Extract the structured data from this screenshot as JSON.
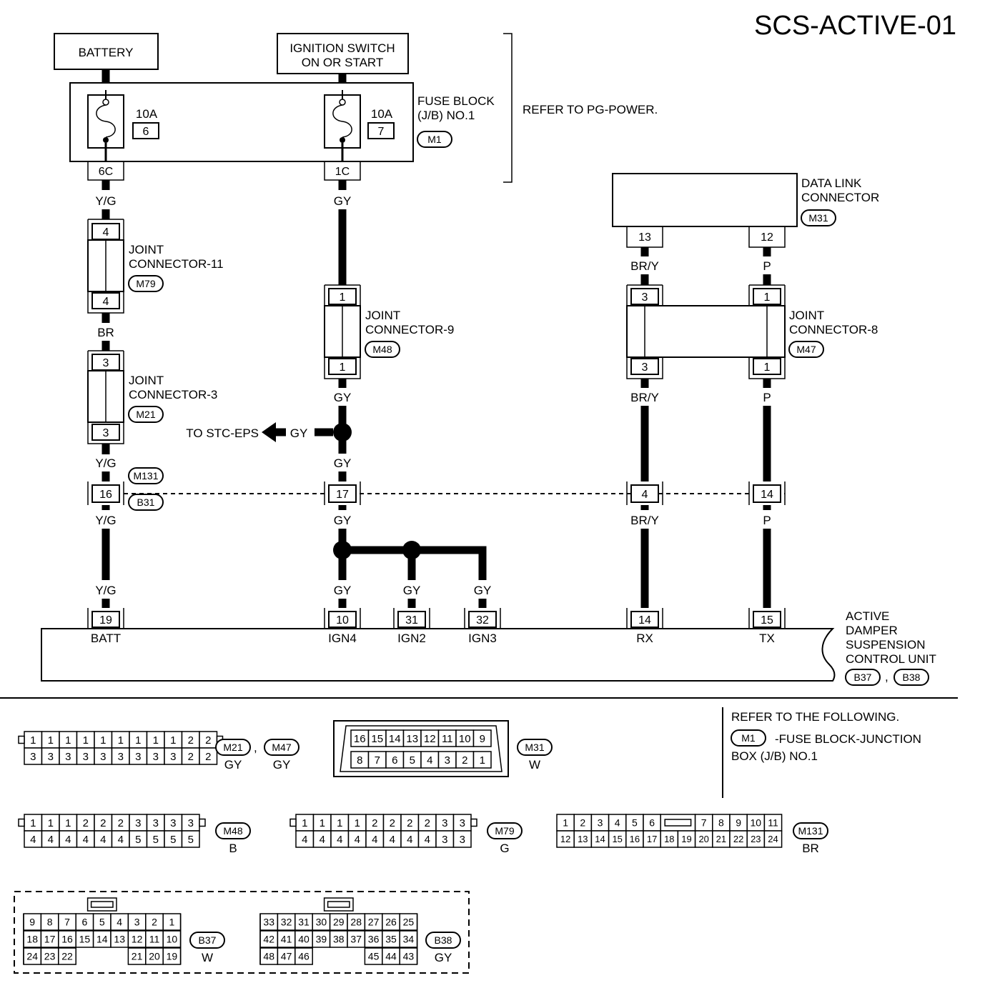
{
  "title": "SCS-ACTIVE-01",
  "power": {
    "battery": "BATTERY",
    "ign_line1": "IGNITION SWITCH",
    "ign_line2": "ON OR START"
  },
  "fuse_block": {
    "line1": "FUSE BLOCK",
    "line2": "(J/B) NO.1",
    "code": "M1",
    "fuse_left_amp": "10A",
    "fuse_left_num": "6",
    "fuse_right_amp": "10A",
    "fuse_right_num": "7",
    "term_left": "6C",
    "term_right": "1C",
    "refer": "REFER TO PG-POWER."
  },
  "dlc": {
    "line1": "DATA LINK",
    "line2": "CONNECTOR",
    "code": "M31",
    "pin_a": "13",
    "pin_b": "12"
  },
  "joints": {
    "j11": {
      "line1": "JOINT",
      "line2": "CONNECTOR-11",
      "code": "M79",
      "pin_top": "4",
      "pin_bot": "4"
    },
    "j3": {
      "line1": "JOINT",
      "line2": "CONNECTOR-3",
      "code": "M21",
      "pin_top": "3",
      "pin_bot": "3"
    },
    "j9": {
      "line1": "JOINT",
      "line2": "CONNECTOR-9",
      "code": "M48",
      "pin_top": "1",
      "pin_bot": "1"
    },
    "j8": {
      "line1": "JOINT",
      "line2": "CONNECTOR-8",
      "code": "M47",
      "pin_a_top": "3",
      "pin_a_bot": "3",
      "pin_b_top": "1",
      "pin_b_bot": "1"
    }
  },
  "wires": {
    "yg": "Y/G",
    "br": "BR",
    "gy": "GY",
    "bry": "BR/Y",
    "p": "P"
  },
  "stc": "TO STC-EPS",
  "inline": {
    "code_top": "M131",
    "code_bot": "B31",
    "pin_a": "16",
    "pin_b": "17",
    "pin_c": "4",
    "pin_d": "14"
  },
  "ecu": {
    "line1": "ACTIVE",
    "line2": "DAMPER",
    "line3": "SUSPENSION",
    "line4": "CONTROL UNIT",
    "code1": "B37",
    "sep": ",",
    "code2": "B38",
    "pins": [
      {
        "num": "19",
        "name": "BATT"
      },
      {
        "num": "10",
        "name": "IGN4"
      },
      {
        "num": "31",
        "name": "IGN2"
      },
      {
        "num": "32",
        "name": "IGN3"
      },
      {
        "num": "14",
        "name": "RX"
      },
      {
        "num": "15",
        "name": "TX"
      }
    ]
  },
  "refer_box": {
    "line1": "REFER TO THE FOLLOWING.",
    "code": "M1",
    "line2": "-FUSE BLOCK-JUNCTION",
    "line3": "BOX (J/B) NO.1"
  },
  "connector_faces": {
    "m21_m47": {
      "top": [
        "1",
        "1",
        "1",
        "1",
        "1",
        "1",
        "1",
        "1",
        "1",
        "2",
        "2"
      ],
      "bot": [
        "3",
        "3",
        "3",
        "3",
        "3",
        "3",
        "3",
        "3",
        "3",
        "2",
        "2"
      ],
      "code1": "M21",
      "sep": ",",
      "code2": "M47",
      "color1": "GY",
      "color2": "GY"
    },
    "m31": {
      "top": [
        "16",
        "15",
        "14",
        "13",
        "12",
        "11",
        "10",
        "9"
      ],
      "bot": [
        "8",
        "7",
        "6",
        "5",
        "4",
        "3",
        "2",
        "1"
      ],
      "code": "M31",
      "color": "W"
    },
    "m48": {
      "top": [
        "1",
        "1",
        "1",
        "2",
        "2",
        "2",
        "3",
        "3",
        "3",
        "3"
      ],
      "bot": [
        "4",
        "4",
        "4",
        "4",
        "4",
        "4",
        "5",
        "5",
        "5",
        "5"
      ],
      "code": "M48",
      "color": "B"
    },
    "m79": {
      "top": [
        "1",
        "1",
        "1",
        "1",
        "2",
        "2",
        "2",
        "2",
        "3",
        "3"
      ],
      "bot": [
        "4",
        "4",
        "4",
        "4",
        "4",
        "4",
        "4",
        "4",
        "3",
        "3"
      ],
      "code": "M79",
      "color": "G"
    },
    "m131": {
      "top_a": [
        "1",
        "2",
        "3",
        "4",
        "5",
        "6"
      ],
      "top_b": [
        "7",
        "8",
        "9",
        "10",
        "11"
      ],
      "bot": [
        "12",
        "13",
        "14",
        "15",
        "16",
        "17",
        "18",
        "19",
        "20",
        "21",
        "22",
        "23",
        "24"
      ],
      "code": "M131",
      "color": "BR"
    },
    "b37": {
      "r1": [
        "9",
        "8",
        "7",
        "6",
        "5",
        "4",
        "3",
        "2",
        "1"
      ],
      "r2": [
        "18",
        "17",
        "16",
        "15",
        "14",
        "13",
        "12",
        "11",
        "10"
      ],
      "r3a": [
        "24",
        "23",
        "22"
      ],
      "r3b": [
        "21",
        "20",
        "19"
      ],
      "code": "B37",
      "color": "W"
    },
    "b38": {
      "r1": [
        "33",
        "32",
        "31",
        "30",
        "29",
        "28",
        "27",
        "26",
        "25"
      ],
      "r2": [
        "42",
        "41",
        "40",
        "39",
        "38",
        "37",
        "36",
        "35",
        "34"
      ],
      "r3a": [
        "48",
        "47",
        "46"
      ],
      "r3b": [
        "45",
        "44",
        "43"
      ],
      "code": "B38",
      "color": "GY"
    }
  }
}
